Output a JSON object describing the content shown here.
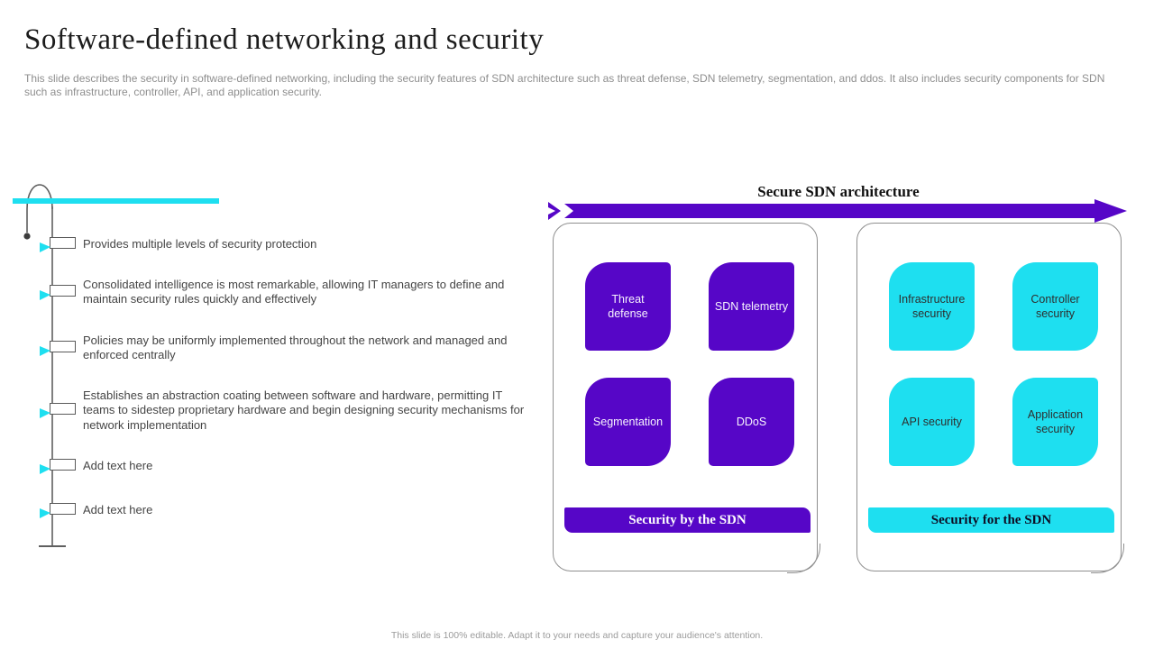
{
  "slide": {
    "title": "Software-defined networking and security",
    "description": "This slide describes the security in software-defined networking, including the security features of SDN architecture such as threat defense, SDN telemetry, segmentation, and ddos. It also includes security components for SDN such as infrastructure, controller, API,  and application security.",
    "footer": "This slide is 100% editable.  Adapt it to your needs and capture your audience's attention."
  },
  "timeline": {
    "items": [
      {
        "text": "Provides multiple levels of security protection"
      },
      {
        "text": "Consolidated intelligence is most remarkable, allowing IT managers to define and maintain security rules quickly and effectively"
      },
      {
        "text": "Policies may be uniformly implemented throughout the network and managed and enforced centrally"
      },
      {
        "text": "Establishes an abstraction coating between software and hardware, permitting IT teams to sidestep proprietary hardware and begin designing security mechanisms for network implementation"
      },
      {
        "text": "Add text here"
      },
      {
        "text": "Add text here"
      }
    ]
  },
  "architecture": {
    "heading": "Secure SDN architecture",
    "by_sdn": {
      "boxes": [
        "Threat defense",
        "SDN telemetry",
        "Segmentation",
        "DDoS"
      ],
      "banner": "Security by the SDN"
    },
    "for_sdn": {
      "boxes": [
        "Infrastructure security",
        "Controller security",
        "API security",
        "Application security"
      ],
      "banner": "Security for the SDN"
    }
  },
  "colors": {
    "purple": "#5606C7",
    "cyan": "#1EDFF0",
    "muted_text": "#8E8E8E",
    "body_text": "#454545"
  }
}
